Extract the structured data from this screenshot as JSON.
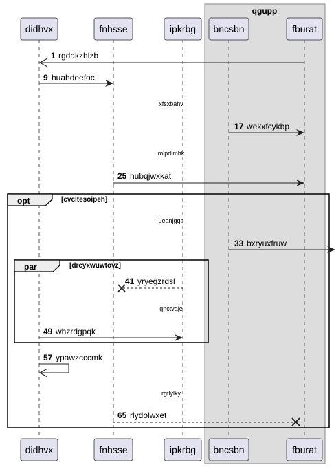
{
  "box": {
    "title": "qgupp"
  },
  "participants": [
    "didhvx",
    "fnhsse",
    "ipkrbg",
    "bncsbn",
    "fburat"
  ],
  "messages": [
    {
      "seq": "1",
      "text": "rgdakzhlzb"
    },
    {
      "seq": "9",
      "text": "huahdeefoc"
    },
    {
      "seq": "17",
      "text": "wekxfcykbp"
    },
    {
      "seq": "25",
      "text": "hubqjwxkat"
    },
    {
      "seq": "33",
      "text": "bxryuxfruw"
    },
    {
      "seq": "41",
      "text": "yryegzrdsl"
    },
    {
      "seq": "49",
      "text": "whzrdgpqk"
    },
    {
      "seq": "57",
      "text": "ypawzcccmk"
    },
    {
      "seq": "65",
      "text": "rlydolwxet"
    }
  ],
  "dividers": [
    "xfsxbahv",
    "mlpdlmhk",
    "ueanjgqb",
    "gnctvaje",
    "rgtlylky"
  ],
  "groups": {
    "opt": {
      "keyword": "opt",
      "condition": "[cvcltesoipeh]"
    },
    "par": {
      "keyword": "par",
      "condition": "[drcyxwuwtovz]"
    }
  }
}
